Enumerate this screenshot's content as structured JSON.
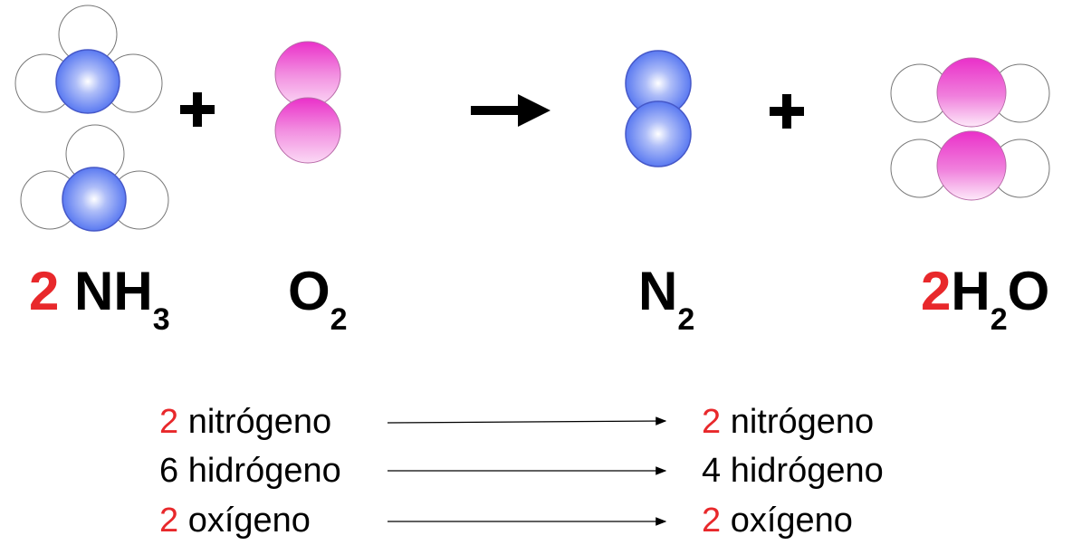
{
  "colors": {
    "nitrogen": "#4d6ff0",
    "oxygen": "#ea30c9",
    "hydrogen": "#ffffff",
    "coefficient": "#e8282b",
    "text": "#000000"
  },
  "formulas": {
    "ammonia": {
      "coef": "2",
      "main": " NH",
      "sub": "3"
    },
    "oxygen": {
      "coef": "",
      "main": "O",
      "sub": "2"
    },
    "nitrogen": {
      "coef": "",
      "main": "N",
      "sub": "2"
    },
    "water": {
      "coef": "2",
      "main": "H",
      "sub": "2",
      "tail": "O"
    }
  },
  "operators": {
    "plus": "+"
  },
  "atom_counts": {
    "left": [
      {
        "num": "2",
        "element": " nitrógeno",
        "highlight": true
      },
      {
        "num": "6",
        "element": " hidrógeno",
        "highlight": false
      },
      {
        "num": "2",
        "element": " oxígeno",
        "highlight": true
      }
    ],
    "right": [
      {
        "num": "2",
        "element": " nitrógeno",
        "highlight": true
      },
      {
        "num": "4",
        "element": " hidrógeno",
        "highlight": false
      },
      {
        "num": "2",
        "element": " oxígeno",
        "highlight": true
      }
    ]
  }
}
